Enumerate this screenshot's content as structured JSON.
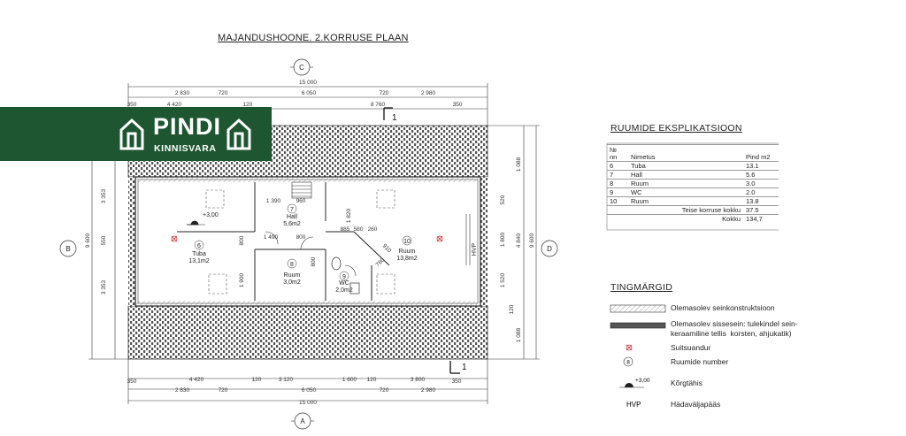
{
  "title": "MAJANDUSHOONE. 2.KORRUSE PLAAN",
  "logo": {
    "name": "PINDI",
    "sub": "KINNISVARA",
    "color": "#1e5631"
  },
  "axes": {
    "top": "C",
    "bottom": "A",
    "left": "B",
    "right": "D"
  },
  "dimensions": {
    "total_width": "15 000",
    "top_row1": [
      "2 830",
      "720",
      "6 050",
      "720",
      "2 980"
    ],
    "top_row2": [
      "350",
      "4 420",
      "120",
      "8 760",
      "350"
    ],
    "bottom_row1": [
      "350",
      "4 420",
      "120",
      "3 120",
      "1 600",
      "120",
      "3 800",
      "350"
    ],
    "bottom_row2": [
      "2 830",
      "720",
      "6 050",
      "720",
      "2 980"
    ],
    "left_outer": "9 600",
    "left_inner": [
      "3 353",
      "550",
      "3 353"
    ],
    "right_outer": "9 600",
    "right_inner": [
      "1 088",
      "520",
      "1 800",
      "4 840",
      "1 520",
      "120",
      "1 088"
    ],
    "interior": [
      "1 390",
      "960",
      "1 490",
      "800",
      "885",
      "580",
      "260",
      "1 820",
      "910",
      "760",
      "1 900",
      "800",
      "800"
    ]
  },
  "section_mark": "1",
  "level_mark": "+3,00",
  "hvp_mark": "HVP",
  "rooms": [
    {
      "no": "6",
      "name": "Tuba",
      "area": "13,1m2"
    },
    {
      "no": "7",
      "name": "Hall",
      "area": "5,6m2"
    },
    {
      "no": "8",
      "name": "Ruum",
      "area": "3,0m2"
    },
    {
      "no": "9",
      "name": "WC",
      "area": "2,0m2"
    },
    {
      "no": "10",
      "name": "Ruum",
      "area": "13,8m2"
    }
  ],
  "explication": {
    "title": "RUUMIDE  EKSPLIKATSIOON",
    "headers": {
      "no": "№\nnn",
      "name": "Nimetus",
      "area": "Pind m2"
    },
    "rows": [
      {
        "no": "6",
        "name": "Tuba",
        "area": "13.1"
      },
      {
        "no": "7",
        "name": "Hall",
        "area": "5.6"
      },
      {
        "no": "8",
        "name": "Ruum",
        "area": "3.0"
      },
      {
        "no": "9",
        "name": "WC",
        "area": "2.0"
      },
      {
        "no": "10",
        "name": "Ruum",
        "area": "13.8"
      }
    ],
    "totals": [
      {
        "label": "Teise korruse kokku",
        "value": "37.5"
      },
      {
        "label": "Kokku",
        "value": "134,7"
      }
    ]
  },
  "legend": {
    "title": "TINGMÄRGID",
    "items": {
      "existing_wall": "Olemasolev seinkonstruktsioon",
      "inner_wall": "Olemasolev sissesein: tulekindel sein-\nkeraamiline tellis  korsten, ahjukatik)",
      "smoke_detector": "Suitsuandur",
      "room_number": "Ruumide number",
      "room_number_symbol": "8",
      "level": "Kõrgtähis",
      "level_symbol": "+3,00",
      "hvp": "Hädaväljapääs",
      "hvp_symbol": "HVP"
    }
  }
}
